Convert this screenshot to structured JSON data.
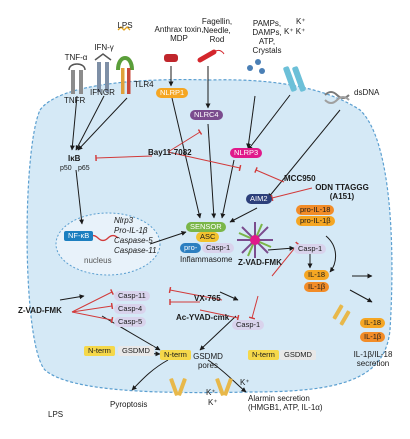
{
  "colors": {
    "cell_fill": "#d5e9f6",
    "cell_border": "#5b9fd0",
    "nucleus_fill": "#e8f2fa",
    "inhibition": "#d23a3a",
    "arrow": "#1a1a1a",
    "nlrp_orange": "#f5a623",
    "nlrc4_purple": "#7b4c8e",
    "nlrp3_magenta": "#e0198a",
    "aim2_navy": "#2c3f7a",
    "sensor_green": "#7ab648",
    "asc_yellow": "#f2c22e",
    "casp_lilac": "#d9d3ec",
    "il_orange": "#f28c28",
    "gsdmd_yellow": "#f5d84a"
  },
  "icons": [
    "pattern-molecule-icon",
    "tnf-receptor-icon",
    "lps-icon",
    "tlr4-receptor-icon",
    "ifngr-receptor-icon",
    "potassium-channel-icon",
    "dsdna-icon",
    "inflammasome-icon",
    "gsdmd-pore-icon"
  ],
  "stimuli": {
    "tnf": "TNF-α",
    "ifn": "IFN-γ",
    "lps_top": "LPS",
    "anthrax": "Anthrax toxin,\nMDP",
    "flagellin": "Fagellin,\nNeedle,\nRod",
    "pamps": "PAMPs,\nDAMPs,\nATP,\nCrystals",
    "k_top": "K⁺",
    "k_top2": "K⁺ K⁺",
    "dsdna": "dsDNA",
    "lps_bottom": "LPS"
  },
  "receptors": {
    "tnfr": "TNFR",
    "ifngr": "IFNGR",
    "tlr4": "TLR4"
  },
  "sensors": {
    "nlrp1": "NLRP1",
    "nlrc4": "NLRC4",
    "nlrp3": "NLRP3",
    "aim2": "AIM2"
  },
  "inhibitors": {
    "bay": "Bay11-7082",
    "mcc": "MCC950",
    "odn": "ODN TTAGGG\n(A151)",
    "zvad_right": "Z-VAD-FMK",
    "zvad_left": "Z-VAD-FMK",
    "vx": "VX-765",
    "acyvad": "Ac-YVAD-cmk"
  },
  "nfkb": {
    "ikb": "IκB",
    "p50": "p50",
    "p65": "p65",
    "nfkb": "NF-κB",
    "genes": [
      "Nlrp3",
      "Pro-IL-1β",
      "Caspase-5",
      "Caspase-11"
    ],
    "nucleus": "nucleus"
  },
  "inflammasome": {
    "sensor": "SENSOR",
    "asc": "ASC",
    "pro": "pro-",
    "casp1": "Casp-1",
    "label": "Inflammasome"
  },
  "cytokines": {
    "pro_il18": "pro-IL-18",
    "pro_il1b": "pro-IL-1β",
    "casp1": "Casp-1",
    "il18": "IL-18",
    "il1b": "IL-1β",
    "il18_out": "IL-18",
    "il1b_out": "IL-1β",
    "secretion": "IL-1β/IL-18\nsecretion"
  },
  "noncanonical": {
    "casp11": "Casp-11",
    "casp4": "Casp-4",
    "casp5": "Casp-5",
    "casp1": "Casp-1"
  },
  "gsdmd": {
    "nterm1": "N-term",
    "gsdmd1": "GSDMD",
    "nterm2": "N-term",
    "nterm3": "N-term",
    "gsdmd3": "GSDMD",
    "pores": "GSDMD\npores",
    "k1": "K⁺",
    "k2": "K⁺",
    "k3": "K⁺",
    "pyroptosis": "Pyroptosis",
    "alarmin": "Alarmin secretion\n(HMGB1, ATP, IL-1α)"
  }
}
